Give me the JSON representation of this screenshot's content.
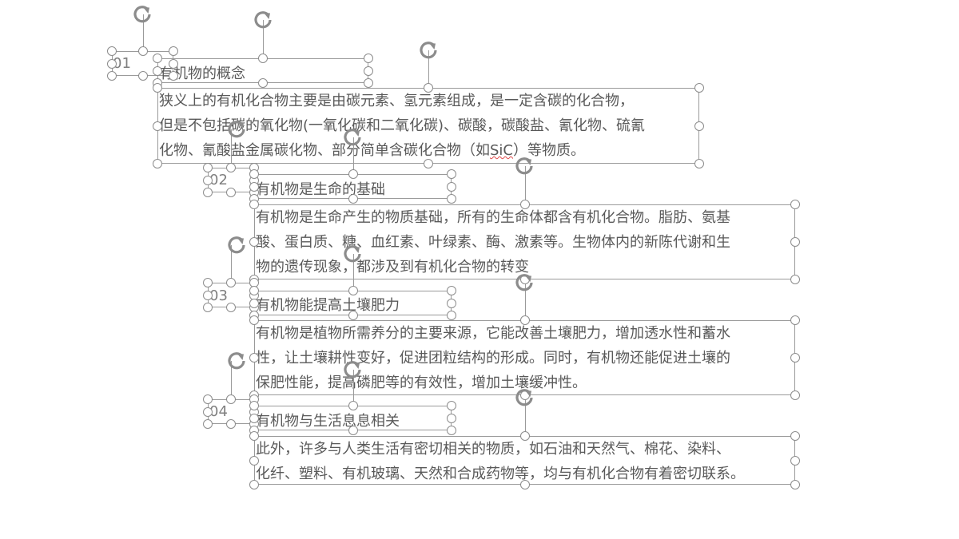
{
  "sections": [
    {
      "number": "01",
      "title": "有机物的概念",
      "lines": [
        "狭义上的有机化合物主要是由碳元素、氢元素组成，是一定含碳的化合物，",
        "但是不包括碳的氧化物(一氧化碳和二氧化碳)、碳酸，碳酸盐、氰化物、硫氰",
        "化物、氰酸盐金属碳化物、部分简单含碳化合物（如SiC）等物质。"
      ]
    },
    {
      "number": "02",
      "title": "有机物是生命的基础",
      "lines": [
        "有机物是生命产生的物质基础，所有的生命体都含有机化合物。脂肪、氨基",
        "酸、蛋白质、糖、血红素、叶绿素、酶、激素等。生物体内的新陈代谢和生",
        "物的遗传现象，都涉及到有机化合物的转变"
      ]
    },
    {
      "number": "03",
      "title": "有机物能提高土壤肥力",
      "lines": [
        "有机物是植物所需养分的主要来源，它能改善土壤肥力，增加透水性和蓄水",
        "性，让土壤耕性变好，促进团粒结构的形成。同时，有机物还能促进土壤的",
        "保肥性能，提高磷肥等的有效性，增加土壤缓冲性。"
      ]
    },
    {
      "number": "04",
      "title": "有机物与生活息息相关",
      "lines": [
        "此外，许多与人类生活有密切相关的物质，如石油和天然气、棉花、染料、",
        "化纤、塑料、有机玻璃、天然和合成药物等，均与有机化合物有着密切联系。"
      ]
    }
  ],
  "s1_line3": {
    "before": "化物、氰酸盐金属碳化物、部分简单含碳化合物（如",
    "flagged": "SiC",
    "after": "）等物质。"
  },
  "icons": {
    "rotate": "rotate-handle-icon",
    "resize": "resize-handle-icon"
  },
  "colors": {
    "text": "#595959",
    "number": "#7f7f7f",
    "selection_border": "#9a9a9a",
    "spell_underline": "#e04a4a"
  }
}
